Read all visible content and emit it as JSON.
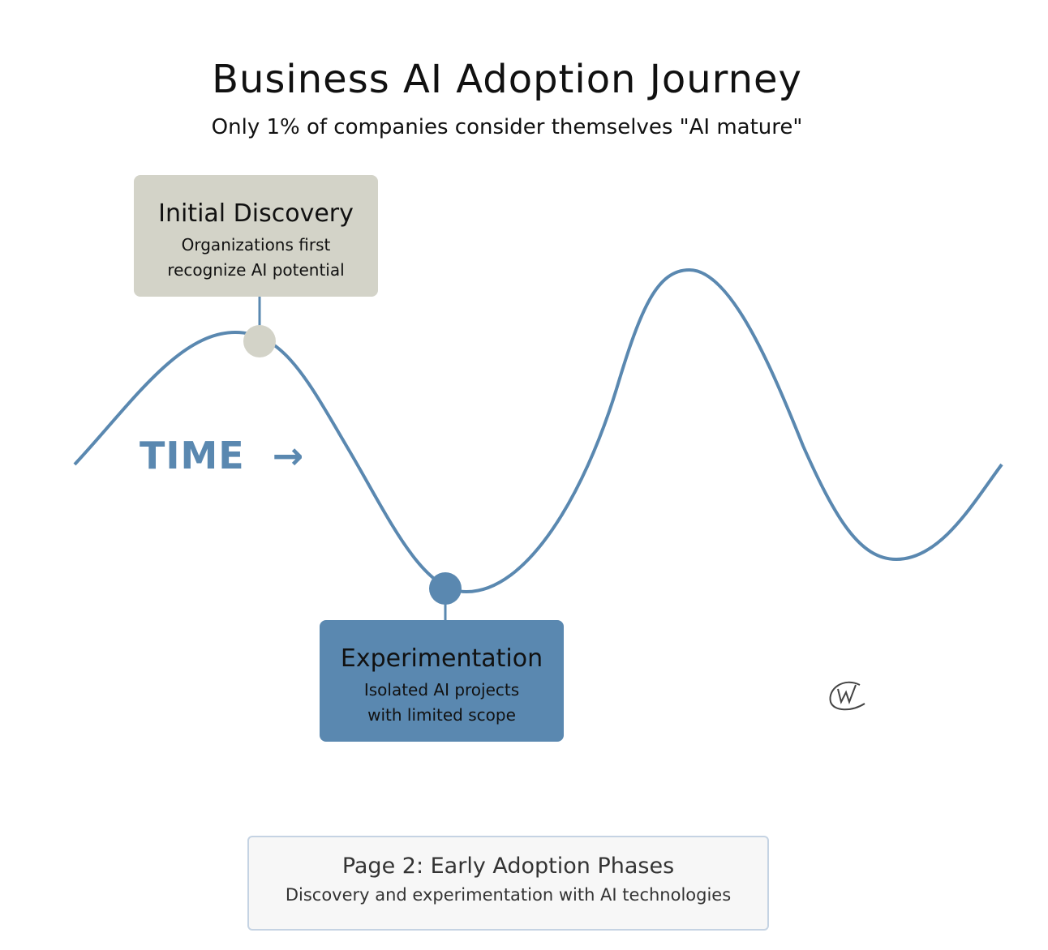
{
  "title": "Business AI Adoption Journey",
  "subtitle": "Only 1% of companies consider themselves \"AI mature\"",
  "time_label": "TIME",
  "time_arrow": "→",
  "phases": [
    {
      "title": "Initial Discovery",
      "description_line1": "Organizations first",
      "description_line2": "recognize AI potential",
      "color": "#d3d3c8"
    },
    {
      "title": "Experimentation",
      "description_line1": "Isolated AI projects",
      "description_line2": "with limited scope",
      "color": "#5a88b0"
    }
  ],
  "footer": {
    "title": "Page 2: Early Adoption Phases",
    "description": "Discovery and experimentation with AI technologies"
  },
  "curve_color": "#5a88b0",
  "signature_icon": "w-signature"
}
